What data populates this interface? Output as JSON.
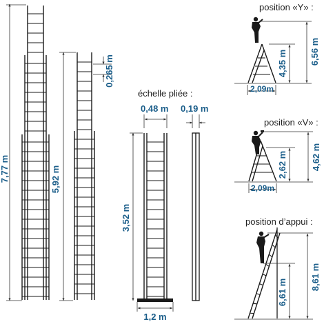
{
  "colors": {
    "dimension_text": "#1b5e8a",
    "ladder": "#1a1a1a",
    "dimension_line": "#333333",
    "background": "#ffffff"
  },
  "extended_3_section": {
    "height_label": "7,77 m"
  },
  "extended_2_section": {
    "height_label": "5,92 m",
    "rung_spacing_label": "0,265 m"
  },
  "folded": {
    "caption": "échelle pliée :",
    "width_label": "0,48 m",
    "depth_label": "0,19 m",
    "height_label": "3,52 m",
    "base_width_label": "1,2 m"
  },
  "position_y": {
    "caption": "position «Y» :",
    "total_height_label": "6,56 m",
    "ladder_height_label": "4,35 m",
    "base_label": "2,09m"
  },
  "position_v": {
    "caption": "position «V» :",
    "total_height_label": "4,62 m",
    "ladder_height_label": "2,62 m",
    "base_label": "2,09m"
  },
  "position_appui": {
    "caption": "position d’appui :",
    "total_height_label": "8,61 m",
    "ladder_height_label": "6,61 m"
  }
}
